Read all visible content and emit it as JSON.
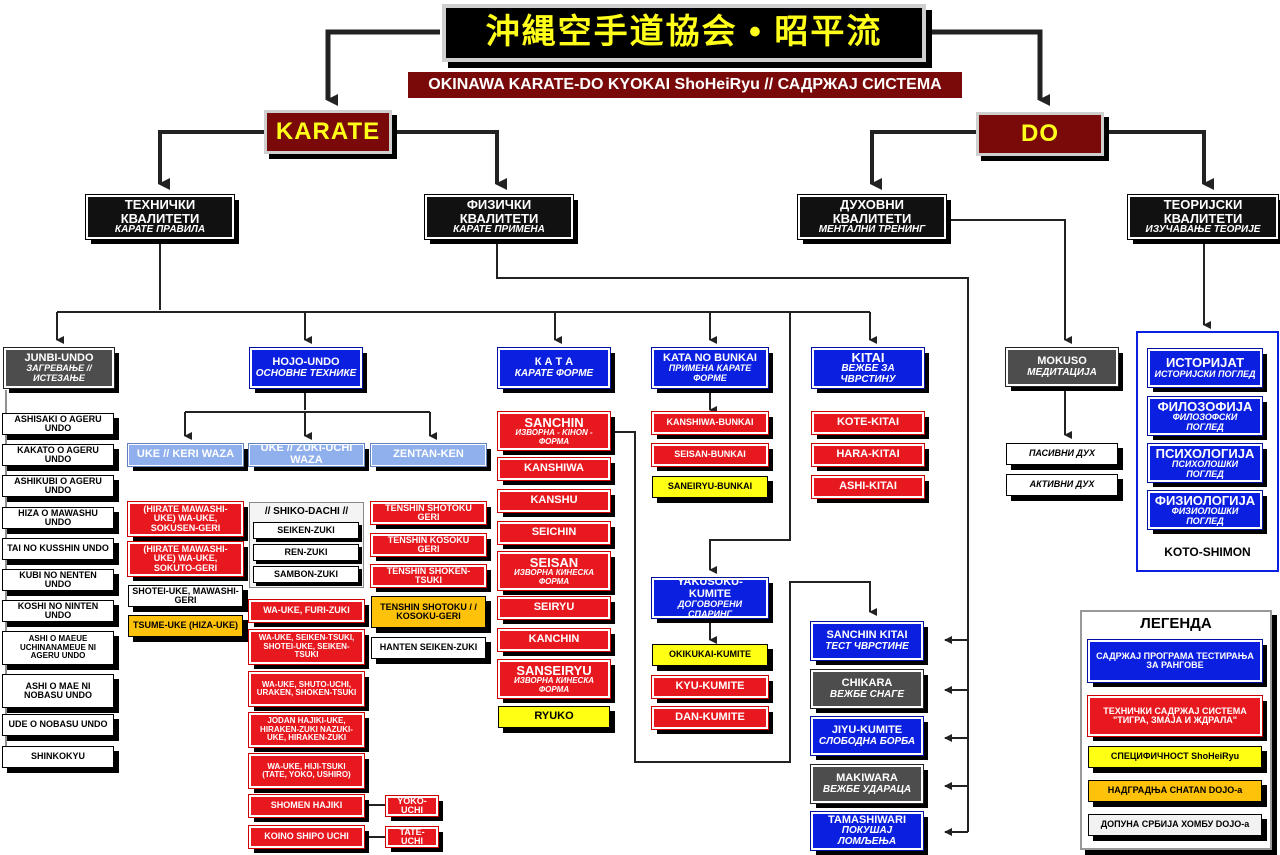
{
  "title": {
    "kanji": "沖縄空手道協会 • 昭平流",
    "subtitle": "OKINAWA KARATE-DO KYOKAI ShoHeiRyu // САДРЖАЈ СИСТЕМА"
  },
  "branches": {
    "karate": "KARATE",
    "do": "DO"
  },
  "qualities": {
    "technical": {
      "title": "ТЕХНИЧКИ КВАЛИТЕТИ",
      "sub": "КАРАТЕ ПРАВИЛА"
    },
    "physical": {
      "title": "ФИЗИЧКИ КВАЛИТЕТИ",
      "sub": "КАРАТЕ ПРИМЕНА"
    },
    "spiritual": {
      "title": "ДУХОВНИ КВАЛИТЕТИ",
      "sub": "МЕНТАЛНИ ТРЕНИНГ"
    },
    "theoretical": {
      "title": "ТЕОРИЈСКИ КВАЛИТЕТИ",
      "sub": "ИЗУЧАВАЊЕ ТЕОРИЈЕ"
    }
  },
  "junbi": {
    "title": "JUNBI-UNDO",
    "sub": "ЗАГРЕВАЊЕ // ИСТЕЗАЊЕ",
    "items": [
      "ASHISAKI O AGERU UNDO",
      "KAKATO O AGERU UNDO",
      "ASHIKUBI O AGERU UNDO",
      "HIZA O MAWASHU UNDO",
      "TAI NO KUSSHIN UNDO",
      "KUBI NO NENTEN UNDO",
      "KOSHI NO NINTEN UNDO",
      "ASHI O MAEUE UCHINANAMEUE NI AGERU UNDO",
      "ASHI O MAE NI NOBASU UNDO",
      "UDE O NOBASU UNDO",
      "SHINKOKYU"
    ]
  },
  "hojo": {
    "title": "HOJO-UNDO",
    "sub": "ОСНОВНЕ ТЕХНИКЕ",
    "uke_header": "UKE // KERI WAZA",
    "zuki_header": "UKE // ZUKI-UCHI WAZA",
    "zentan_header": "ZENTAN-KEN",
    "uke_items": [
      "(HIRATE MAWASHI-UKE) WA-UKE, SOKUSEN-GERI",
      "(HIRATE MAWASHI-UKE) WA-UKE, SOKUTO-GERI",
      "SHOTEI-UKE, MAWASHI-GERI",
      "TSUME-UKE (HIZA-UKE)"
    ],
    "shiko": {
      "title": "// SHIKO-DACHI //",
      "items": [
        "SEIKEN-ZUKI",
        "REN-ZUKI",
        "SAMBON-ZUKI"
      ]
    },
    "zuki_items": [
      "WA-UKE, FURI-ZUKI",
      "WA-UKE, SEIKEN-TSUKI, SHOTEI-UKE, SEIKEN-TSUKI",
      "WA-UKE, SHUTO-UCHI, URAKEN, SHOKEN-TSUKI",
      "JODAN HAJIKI-UKE, HIRAKEN-ZUKI NAZUKI-UKE, HIRAKEN-ZUKI",
      "WA-UKE, HIJI-TSUKI (TATE, YOKO, USHIRO)",
      "SHOMEN HAJIKI",
      "KOINO SHIPO UCHI"
    ],
    "side_items": [
      "YOKO-UCHI",
      "TATE-UCHI"
    ],
    "zentan_items": [
      "TENSHIN SHOTOKU GERI",
      "TENSHIN KOSOKU GERI",
      "TENSHIN SHOKEN-TSUKI",
      "TENSHIN SHOTOKU / / KOSOKU-GERI",
      "HANTEN SEIKEN-ZUKI"
    ]
  },
  "kata": {
    "title": "К А Т А",
    "sub": "КАРАТЕ ФОРМЕ",
    "items": [
      {
        "name": "SANCHIN",
        "sub": "ИЗВОРНА - KIHON - ФОРМА"
      },
      {
        "name": "KANSHIWA",
        "sub": ""
      },
      {
        "name": "KANSHU",
        "sub": ""
      },
      {
        "name": "SEICHIN",
        "sub": ""
      },
      {
        "name": "SEISAN",
        "sub": "ИЗВОРНА КИНЕСКА ФОРМА"
      },
      {
        "name": "SEIRYU",
        "sub": ""
      },
      {
        "name": "KANCHIN",
        "sub": ""
      },
      {
        "name": "SANSEIRYU",
        "sub": "ИЗВОРНА КИНЕСКА ФОРМА"
      },
      {
        "name": "RYUKO",
        "sub": ""
      }
    ]
  },
  "bunkai": {
    "title": "KATA NO BUNKAI",
    "sub": "ПРИМЕНА КАРАТЕ ФОРМЕ",
    "items": [
      "KANSHIWA-BUNKAI",
      "SEISAN-BUNKAI",
      "SANEIRYU-BUNKAI"
    ]
  },
  "kitai": {
    "title": "KITAI",
    "sub": "ВЕЖБЕ ЗА ЧВРСТИНУ",
    "items": [
      "KOTE-KITAI",
      "HARA-KITAI",
      "ASHI-KITAI"
    ]
  },
  "yakusoku": {
    "title": "YAKUSOKU-KUMITE",
    "sub": "ДОГОВОРЕНИ СПАРИНГ",
    "items": [
      "OKIKUKAI-KUMITE",
      "KYU-KUMITE",
      "DAN-KUMITE"
    ]
  },
  "right_column": [
    {
      "name": "SANCHIN KITAI",
      "sub": "ТЕСТ ЧВРСТИНЕ",
      "style": "blue"
    },
    {
      "name": "CHIKARA",
      "sub": "ВЕЖБЕ СНАГЕ",
      "style": "dark"
    },
    {
      "name": "JIYU-KUMITE",
      "sub": "СЛОБОДНА БОРБА",
      "style": "blue"
    },
    {
      "name": "MAKIWARA",
      "sub": "ВЕЖБЕ УДАРАЦА",
      "style": "dark"
    },
    {
      "name": "TAMASHIWARI",
      "sub": "ПОКУШАЈ ЛОМЉЕЊА",
      "style": "blue"
    }
  ],
  "mokuso": {
    "title": "MOKUSO",
    "sub": "МЕДИТАЦИЈА",
    "items": [
      "ПАСИВНИ ДУХ",
      "АКТИВНИ ДУХ"
    ]
  },
  "theory": {
    "items": [
      {
        "name": "ИСТОРИЈАТ",
        "sub": "ИСТОРИЈСКИ ПОГЛЕД"
      },
      {
        "name": "ФИЛОЗОФИЈА",
        "sub": "ФИЛОЗОФСКИ ПОГЛЕД"
      },
      {
        "name": "ПСИХОЛОГИЈА",
        "sub": "ПСИХОЛОШКИ ПОГЛЕД"
      },
      {
        "name": "ФИЗИОЛОГИЈА",
        "sub": "ФИЗИОЛОШКИ ПОГЛЕД"
      }
    ],
    "footer": "KOTO-SHIMON"
  },
  "legend": {
    "title": "ЛЕГЕНДА",
    "items": [
      {
        "label": "САДРЖАЈ ПРОГРАМА ТЕСТИРАЊА ЗА РАНГОВЕ",
        "style": "blue"
      },
      {
        "label": "ТЕХНИЧКИ САДРЖАЈ СИСТЕМА \"ТИГРА, ЗМАЈА И ЖДРАЛА\"",
        "style": "red"
      },
      {
        "label": "СПЕЦИФИЧНОСТ ShoHeiRyu",
        "style": "yellow"
      },
      {
        "label": "НАДГРАДЊА CHATAN DOJO-a",
        "style": "gold"
      },
      {
        "label": "ДОПУНА СРБИЈА ХОМБУ DOJO-a",
        "style": "white"
      }
    ]
  },
  "colors": {
    "red": "#e8181f",
    "blue": "#0b1fe0",
    "yellow": "#ffff14",
    "gold": "#ffc20a",
    "maroon": "#7a0a0a",
    "dark": "#4d4d4d",
    "lightblue": "#8fb0ec",
    "title_text": "#ffff1a"
  }
}
